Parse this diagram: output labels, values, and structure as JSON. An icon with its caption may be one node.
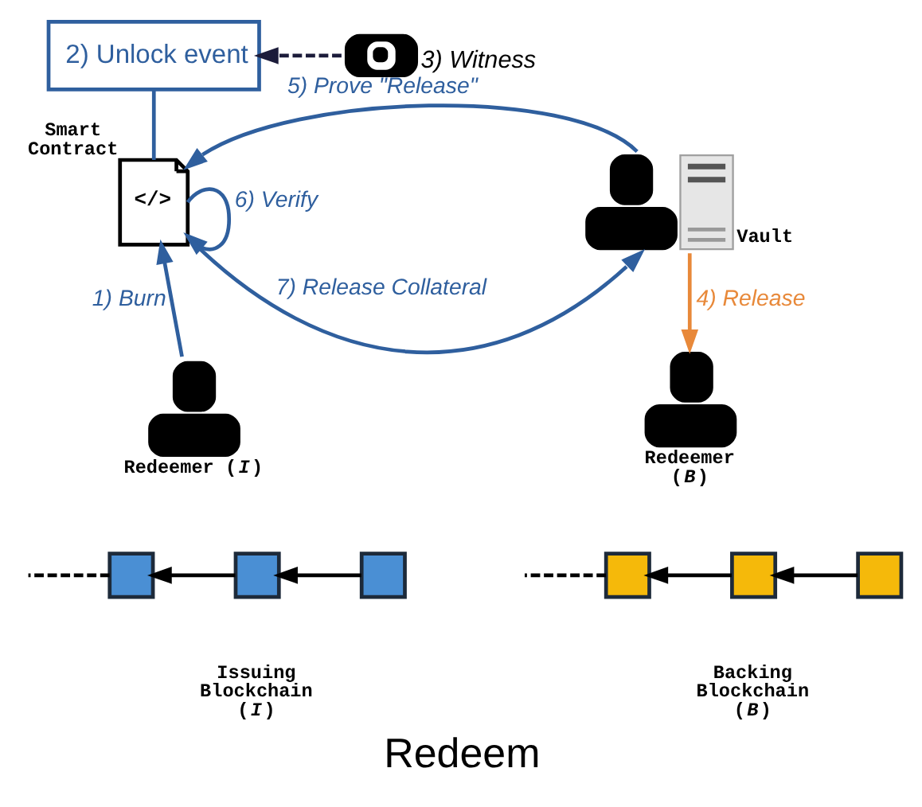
{
  "diagram": {
    "caption": "Redeem",
    "nodes": [
      {
        "text": [
          "2) Unlock event"
        ]
      },
      {
        "text": [],
        "shape": "picture",
        "beside": [
          "3) Witness"
        ]
      },
      {
        "text": [
          "</>"
        ],
        "beside": [
          "Smart Contract"
        ]
      },
      {
        "text": [],
        "shape": "person",
        "beside": [
          "Vault"
        ]
      },
      {
        "text": [],
        "shape": "person",
        "beside": [
          "Redeemer (*I*)"
        ]
      },
      {
        "text": [],
        "shape": "person",
        "beside": [
          "Redeemer (*B*)"
        ]
      },
      {
        "text": [],
        "shape": "box"
      },
      {
        "text": [],
        "shape": "box"
      },
      {
        "text": [],
        "shape": "box"
      },
      {
        "text": [],
        "shape": "box"
      },
      {
        "text": [],
        "shape": "box"
      },
      {
        "text": [],
        "shape": "box"
      }
    ],
    "edges": [
      {
        "from": 4,
        "to": 2,
        "arrow": "to",
        "label": "1) Burn",
        "color": "#2f5f9e"
      },
      {
        "from": 0,
        "to": 2,
        "arrow": "none",
        "color": "#2f5f9e"
      },
      {
        "from": 1,
        "to": 0,
        "arrow": "to",
        "style": "dashed",
        "color": "#1c1c3a"
      },
      {
        "from": 3,
        "to": 5,
        "arrow": "to",
        "label": "4) Release",
        "color": "#e8893a"
      },
      {
        "from": 3,
        "to": 2,
        "arrow": "to",
        "label": "5) Prove \"Release\"",
        "color": "#2f5f9e"
      },
      {
        "from": 2,
        "to": 2,
        "arrow": "to",
        "label": "6) Verify",
        "color": "#2f5f9e"
      },
      {
        "from": 2,
        "to": 3,
        "arrow": "to",
        "label": "7) Release Collateral",
        "color": "#2f5f9e"
      },
      {
        "from": 7,
        "to": 6,
        "arrow": "to"
      },
      {
        "from": 8,
        "to": 7,
        "arrow": "to"
      },
      {
        "from": 6,
        "to": null,
        "arrow": "none",
        "style": "dashed"
      },
      {
        "from": 10,
        "to": 9,
        "arrow": "to"
      },
      {
        "from": 11,
        "to": 10,
        "arrow": "to"
      },
      {
        "from": 9,
        "to": null,
        "arrow": "none",
        "style": "dashed"
      }
    ],
    "labels": [
      "Issuing Blockchain (*I*)",
      "Backing Blockchain (*B*)"
    ]
  }
}
